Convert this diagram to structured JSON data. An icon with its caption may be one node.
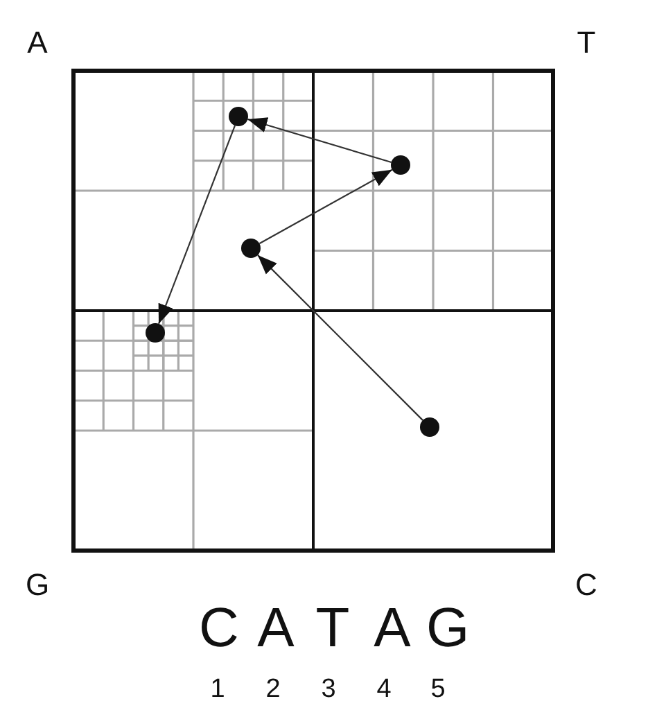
{
  "diagram": {
    "nodes": [
      {
        "text": [],
        "shape": "circle"
      },
      {
        "text": [],
        "shape": "circle"
      },
      {
        "text": [],
        "shape": "circle"
      },
      {
        "text": [],
        "shape": "circle"
      },
      {
        "text": [],
        "shape": "circle"
      }
    ],
    "edges": [
      {
        "from": 0,
        "to": 1,
        "arrow": "to"
      },
      {
        "from": 1,
        "to": 2,
        "arrow": "to"
      },
      {
        "from": 2,
        "to": 3,
        "arrow": "to"
      },
      {
        "from": 3,
        "to": 4,
        "arrow": "to"
      }
    ],
    "labels": [
      "A",
      "T",
      "G",
      "C",
      "C",
      "A",
      "T",
      "A",
      "G",
      "1",
      "2",
      "3",
      "4",
      "5"
    ]
  }
}
